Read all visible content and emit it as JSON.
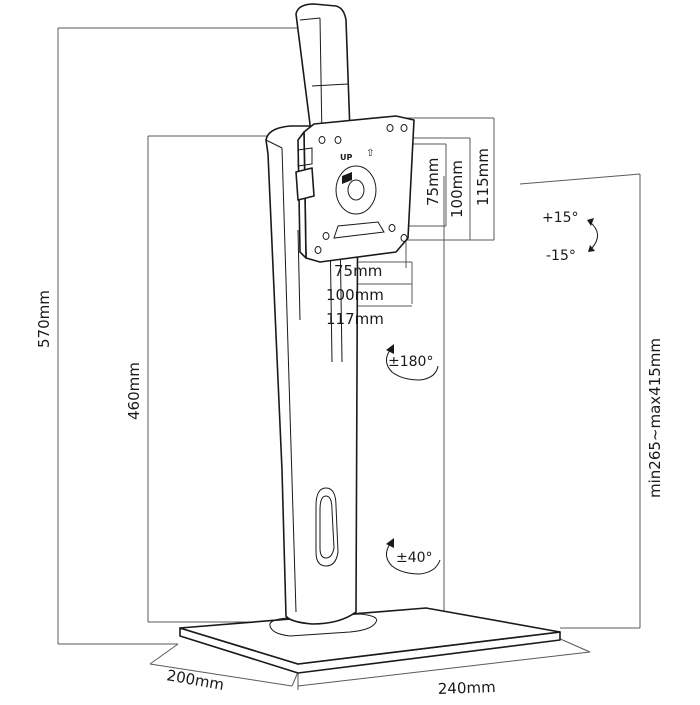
{
  "dimensions": {
    "total_height": "570mm",
    "pole_height": "460mm",
    "height_range": "min265~max415mm",
    "base_depth": "200mm",
    "base_width": "240mm",
    "vesa_h_75": "75mm",
    "vesa_h_100": "100mm",
    "vesa_h_117": "117mm",
    "vesa_v_75": "75mm",
    "vesa_v_100": "100mm",
    "vesa_v_115": "115mm"
  },
  "rotations": {
    "tilt_up": "+15°",
    "tilt_down": "-15°",
    "rotate": "±180°",
    "swivel": "±40°"
  },
  "plate": {
    "up_label": "UP",
    "up_arrow": "⇧"
  },
  "icons": {
    "tilt": "curved-arrow-icon",
    "rotate": "rotate-arrow-icon",
    "swivel": "swivel-arrow-icon"
  },
  "colors": {
    "line": "#1a1a1a",
    "dimension": "#5a5a5a",
    "background": "#ffffff"
  }
}
